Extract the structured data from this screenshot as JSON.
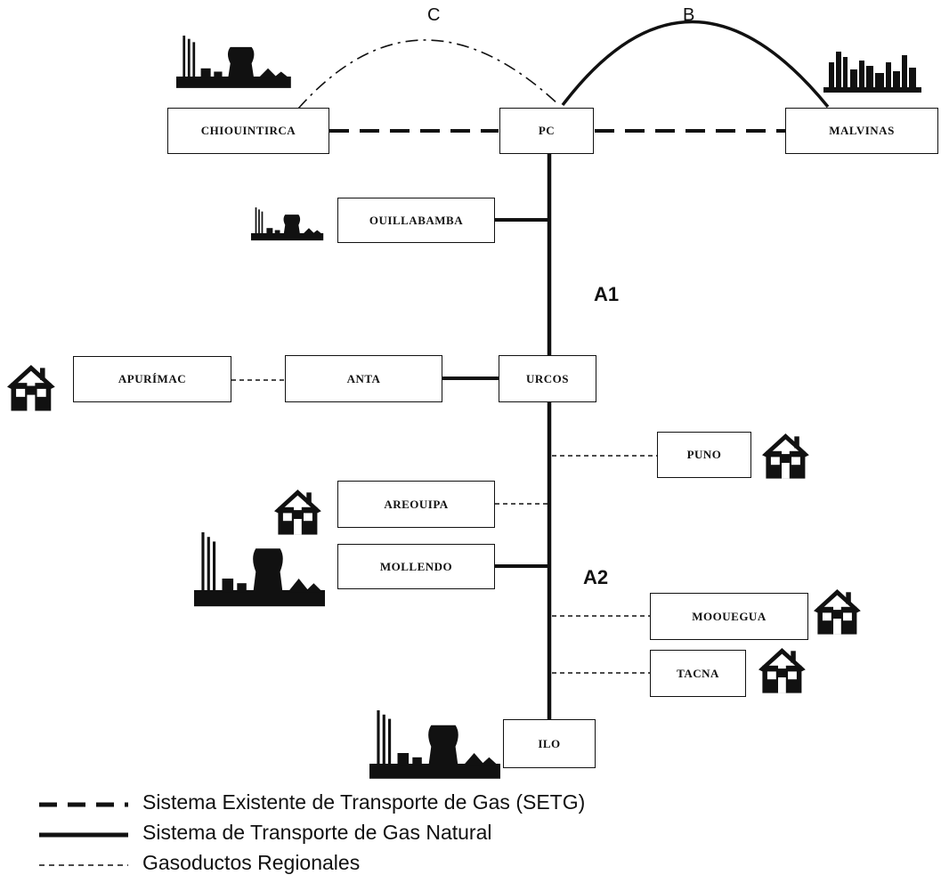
{
  "nodes": {
    "chiquintirca": "CHIOUINTIRCA",
    "pc": "PC",
    "malvinas": "MALVINAS",
    "quillabamba": "OUILLABAMBA",
    "apurimac": "APURÍMAC",
    "anta": "ANTA",
    "urcos": "URCOS",
    "puno": "PUNO",
    "arequipa": "AREOUIPA",
    "mollendo": "MOLLENDO",
    "moquegua": "MOOUEGUA",
    "tacna": "TACNA",
    "ilo": "ILO"
  },
  "segments": {
    "a1": "A1",
    "a2": "A2"
  },
  "curves": {
    "c": "C",
    "b": "B"
  },
  "legend": [
    {
      "style": "dashed-bold",
      "label": "Sistema Existente de Transporte de Gas (SETG)"
    },
    {
      "style": "solid-bold",
      "label": "Sistema de Transporte de Gas Natural"
    },
    {
      "style": "dashed-thin",
      "label": "Gasoductos Regionales"
    }
  ],
  "icons": {
    "industrial": "industrial-plant-icon",
    "city": "city-skyline-icon",
    "house": "house-icon"
  },
  "colors": {
    "line": "#111111",
    "background": "#ffffff"
  }
}
